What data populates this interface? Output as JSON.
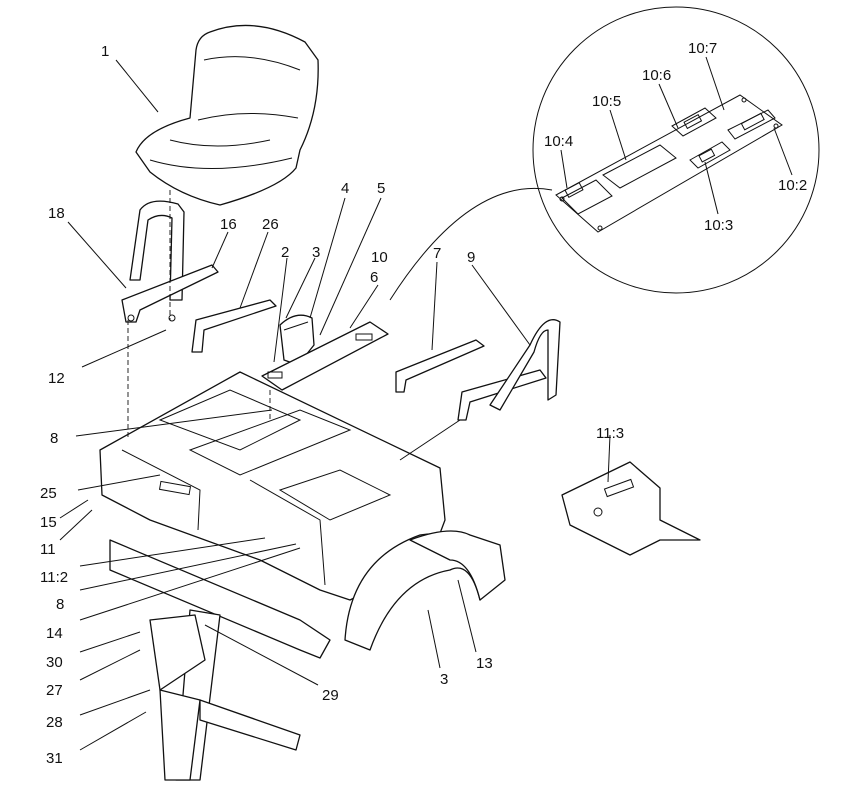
{
  "callouts": {
    "c1": "1",
    "c2": "2",
    "c3a": "3",
    "c3b": "3",
    "c4": "4",
    "c5": "5",
    "c6": "6",
    "c7": "7",
    "c8a": "8",
    "c8b": "8",
    "c9": "9",
    "c10": "10",
    "c10_2": "10:2",
    "c10_3": "10:3",
    "c10_4": "10:4",
    "c10_5": "10:5",
    "c10_6": "10:6",
    "c10_7": "10:7",
    "c11": "11",
    "c11_2": "11:2",
    "c11_3": "11:3",
    "c12": "12",
    "c13": "13",
    "c14": "14",
    "c15": "15",
    "c16": "16",
    "c18": "18",
    "c25": "25",
    "c26": "26",
    "c27": "27",
    "c28": "28",
    "c29": "29",
    "c30": "30",
    "c31": "31"
  }
}
